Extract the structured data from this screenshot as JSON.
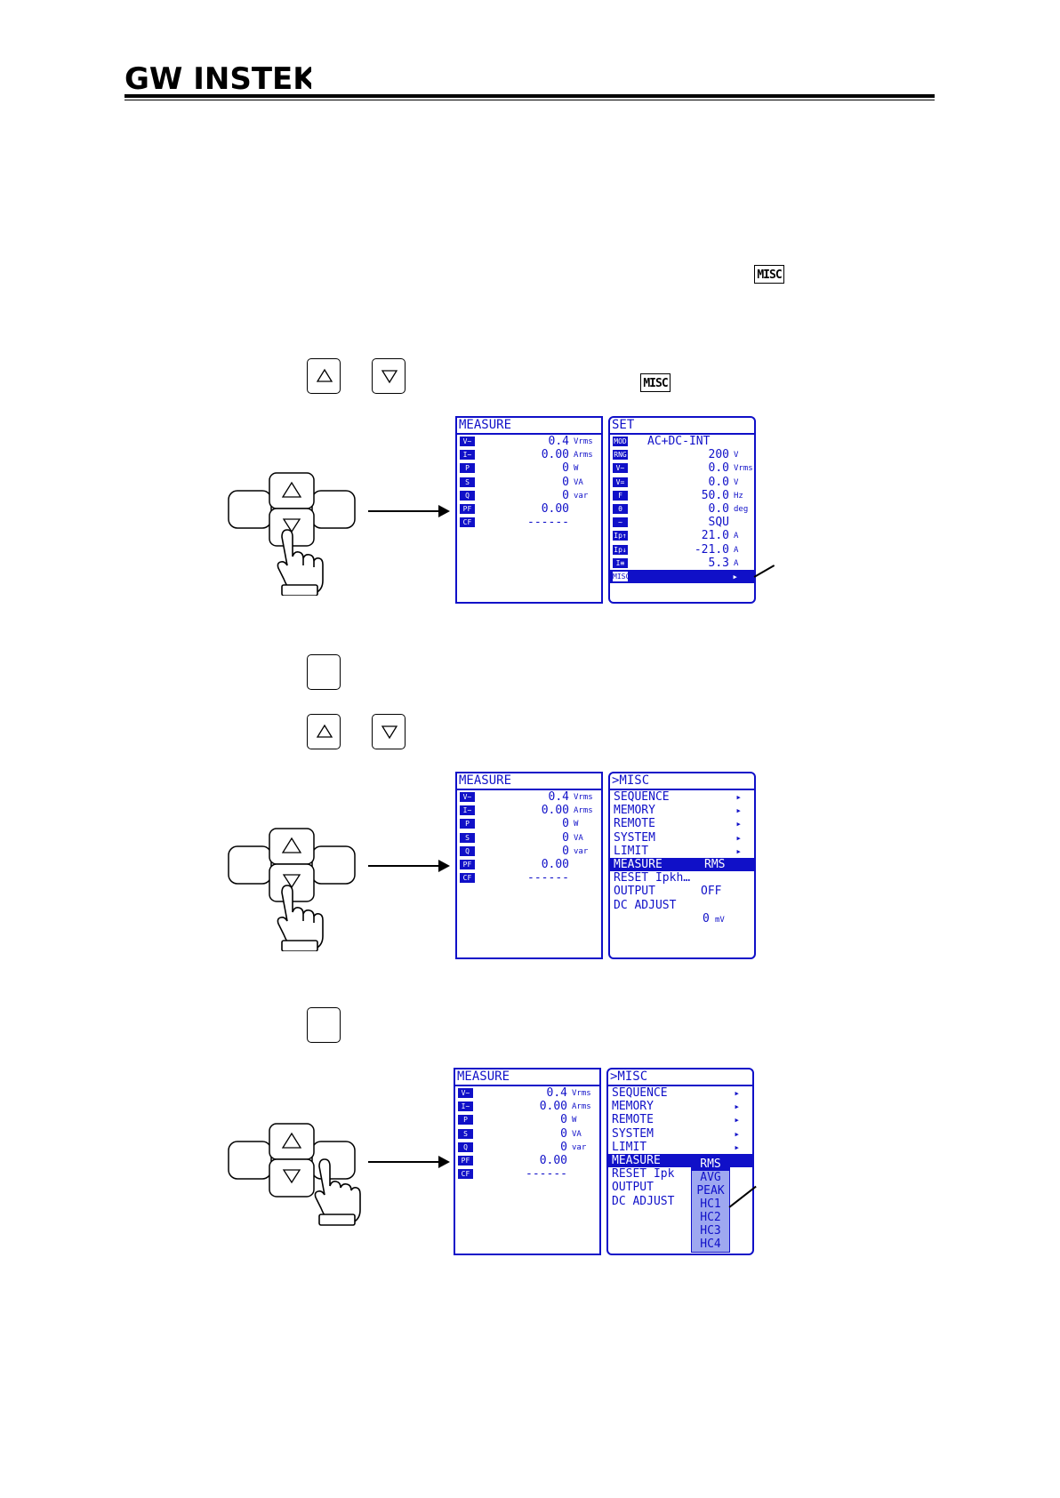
{
  "header": {
    "brand": "GW INSTEK"
  },
  "icons": {
    "misc_label": "MISC",
    "up_key": "up-arrow-key",
    "down_key": "down-arrow-key"
  },
  "colors": {
    "screen_text": "#1010c8",
    "highlight": "#1010c8",
    "dropdown": "#9ea8f0"
  },
  "measure_panel": {
    "title": "MEASURE",
    "rows": [
      {
        "tag": "V~",
        "value": "0.4",
        "unit": "Vrms"
      },
      {
        "tag": "I~",
        "value": "0.00",
        "unit": "Arms"
      },
      {
        "tag": "P",
        "value": "0",
        "unit": "W"
      },
      {
        "tag": "S",
        "value": "0",
        "unit": "VA"
      },
      {
        "tag": "Q",
        "value": "0",
        "unit": "var"
      },
      {
        "tag": "PF",
        "value": "0.00",
        "unit": ""
      },
      {
        "tag": "CF",
        "value": "------",
        "unit": ""
      }
    ]
  },
  "set_panel": {
    "title": "SET",
    "mode_tag": "MOD",
    "mode_value": "AC+DC-INT",
    "rows": [
      {
        "tag": "RNG",
        "value": "200",
        "unit": "V"
      },
      {
        "tag": "V~",
        "value": "0.0",
        "unit": "Vrms"
      },
      {
        "tag": "V=",
        "value": "0.0",
        "unit": "V"
      },
      {
        "tag": "F",
        "value": "50.0",
        "unit": "Hz"
      },
      {
        "tag": "θ",
        "value": "0.0",
        "unit": "deg"
      },
      {
        "tag": "~",
        "value": "SQU",
        "unit": ""
      },
      {
        "tag": "Ip↑",
        "value": "21.0",
        "unit": "A"
      },
      {
        "tag": "Ip↓",
        "value": "-21.0",
        "unit": "A"
      },
      {
        "tag": "I≡",
        "value": "5.3",
        "unit": "A"
      }
    ],
    "misc_tag": "MISC",
    "misc_chevron": "▸"
  },
  "misc_panel": {
    "title": ">MISC",
    "items": [
      {
        "label": "SEQUENCE",
        "chevron": "▸"
      },
      {
        "label": "MEMORY",
        "chevron": "▸"
      },
      {
        "label": "REMOTE",
        "chevron": "▸"
      },
      {
        "label": "SYSTEM",
        "chevron": "▸"
      },
      {
        "label": "LIMIT",
        "chevron": "▸"
      }
    ],
    "measure_label": "MEASURE",
    "measure_value": "RMS",
    "reset_label": "RESET Ipkh…",
    "reset_label_short": "RESET Ipk",
    "output_label": "OUTPUT",
    "output_value": "OFF",
    "dc_adjust_label": "DC ADJUST",
    "dc_adjust_value": "0",
    "dc_adjust_unit": "mV"
  },
  "measure_dropdown": {
    "options": [
      "RMS",
      "AVG",
      "PEAK",
      "HC1",
      "HC2",
      "HC3",
      "HC4"
    ],
    "selected": "RMS"
  }
}
